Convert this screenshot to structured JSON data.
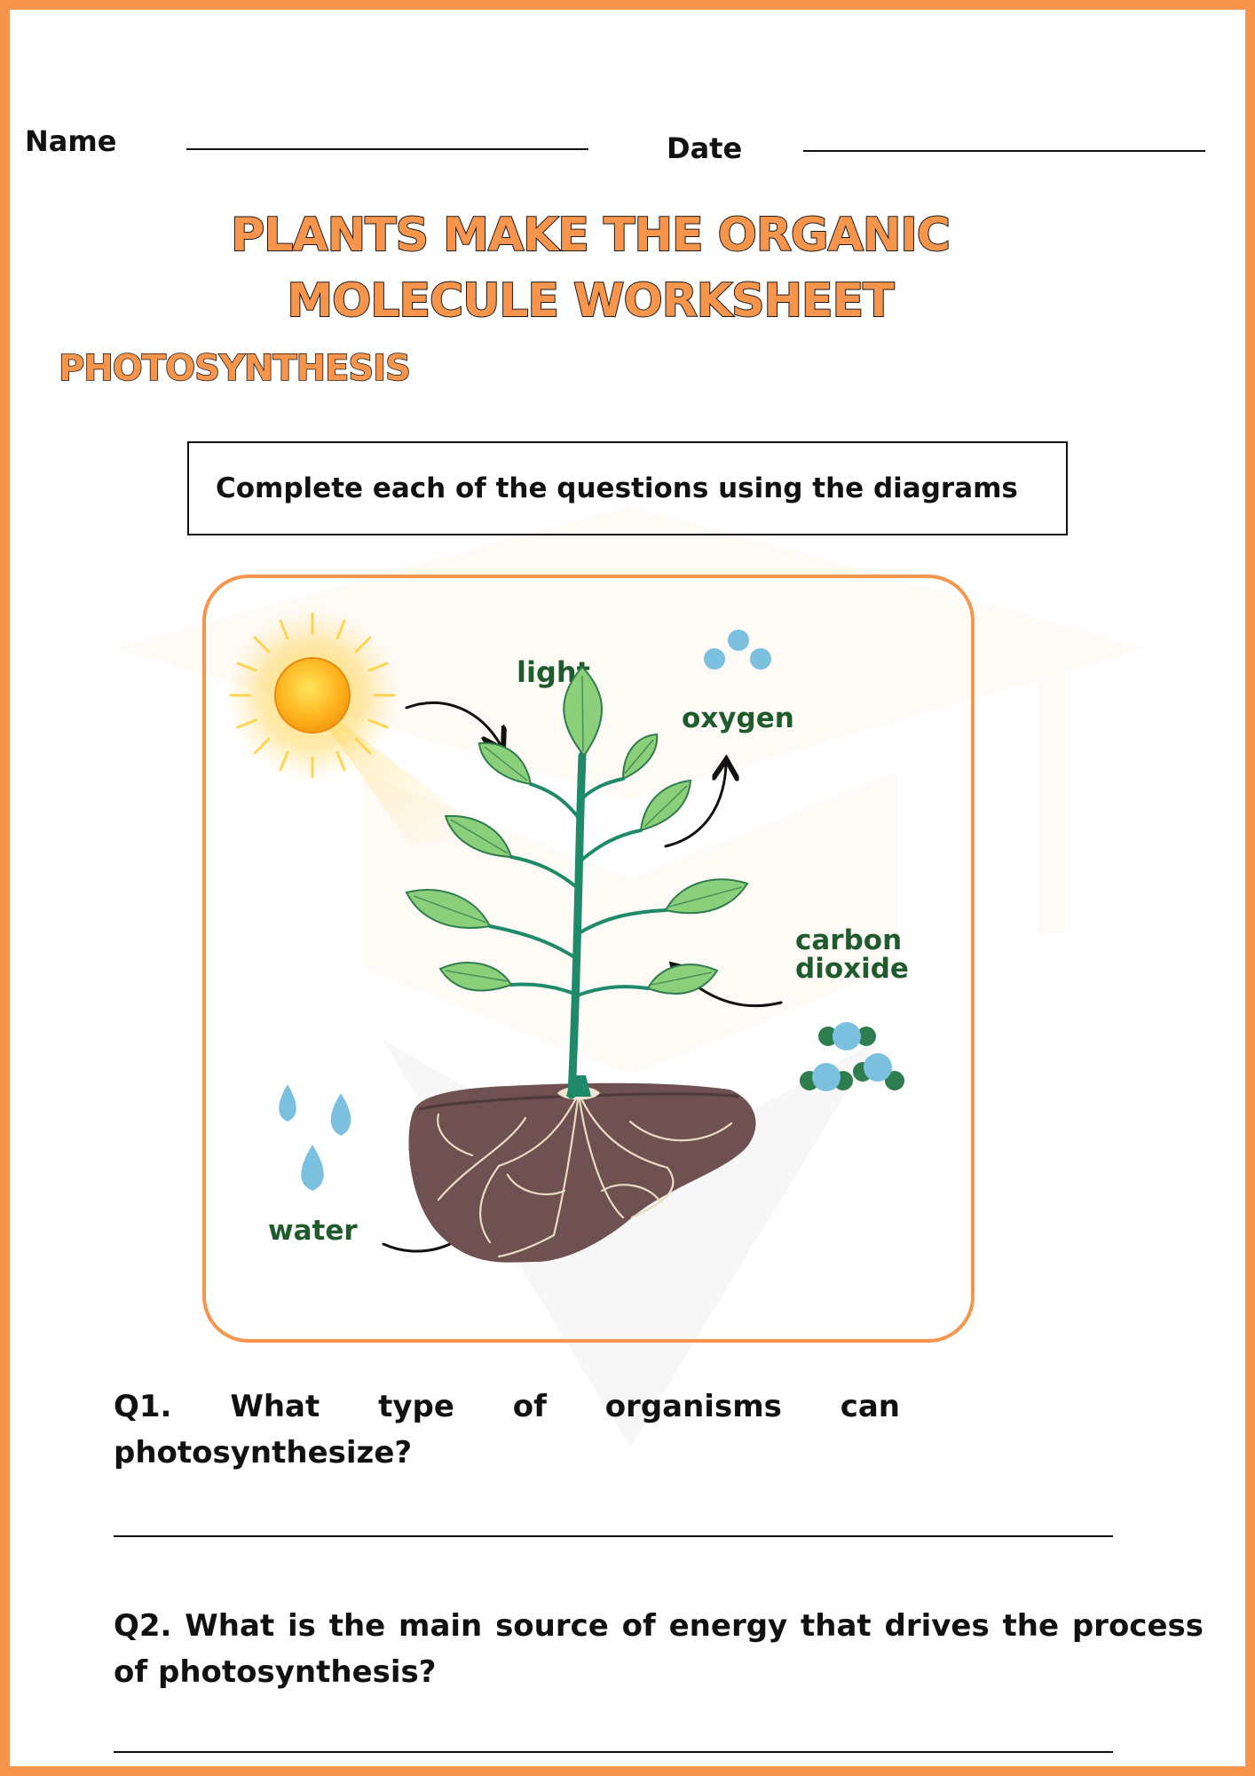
{
  "header": {
    "name_label": "Name",
    "date_label": "Date"
  },
  "title": {
    "line1": "PLANTS MAKE THE ORGANIC",
    "line2": "MOLECULE WORKSHEET"
  },
  "subtitle": "PHOTOSYNTHESIS",
  "instruction": "Complete each of the questions using the diagrams",
  "diagram": {
    "labels": {
      "light": "light",
      "oxygen": "oxygen",
      "carbon_dioxide_line1": "carbon",
      "carbon_dioxide_line2": "dioxide",
      "water": "water"
    },
    "icons": [
      "sun-icon",
      "plant-illustration",
      "oxygen-molecule-icon",
      "carbon-dioxide-molecule-icon",
      "water-drop-icon"
    ]
  },
  "questions": [
    {
      "id": "Q1.",
      "text": "What type of organisms can photosynthesize?"
    },
    {
      "id": "Q2.",
      "text": "What is the main source of energy that drives the process of photosynthesis?"
    }
  ],
  "colors": {
    "accent": "#f7954d",
    "label_green": "#1f5b2c",
    "molecule_blue": "#7cc0e0",
    "soil": "#6e5150"
  }
}
